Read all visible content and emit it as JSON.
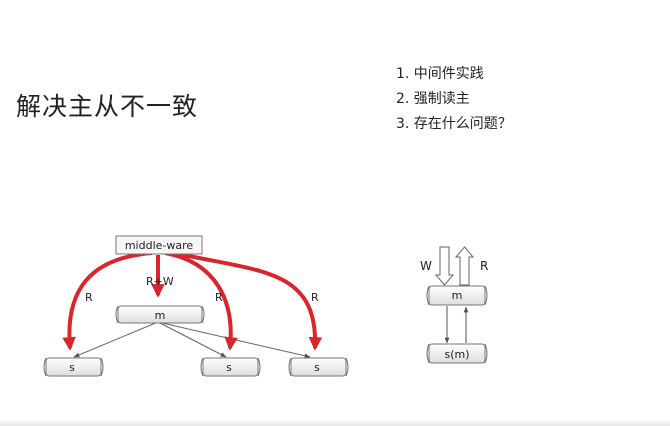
{
  "title": "解决主从不一致",
  "list": [
    "1. 中间件实践",
    "2. 强制读主",
    "3. 存在什么问题？"
  ],
  "left_diagram": {
    "middleware_label": "middle-ware",
    "master_label": "m",
    "slave_label": "s",
    "read_label": "R",
    "read_write_label": "R+W",
    "arrow_color": "#d9252b"
  },
  "right_diagram": {
    "write_label": "W",
    "read_label": "R",
    "master_label": "m",
    "slave_label": "s(m)"
  }
}
